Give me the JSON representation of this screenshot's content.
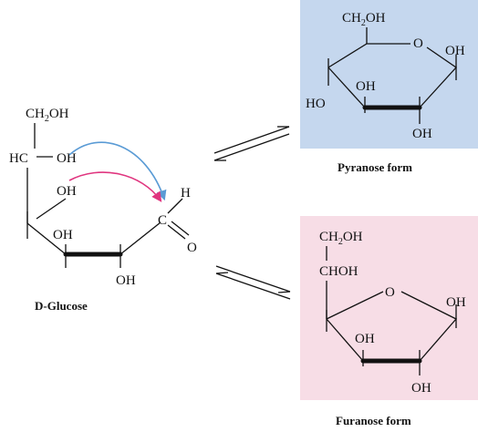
{
  "colors": {
    "pyranose_box": "#c5d7ee",
    "furanose_box": "#f7dde6",
    "arrow_blue": "#5a9bd5",
    "arrow_magenta": "#e0357f",
    "bond": "#111111"
  },
  "glucose": {
    "ch2oh": "CH",
    "ch2oh_sub": "2",
    "ch2oh_tail": "OH",
    "hc": "HC",
    "oh_hc": "OH",
    "oh_c5": "OH",
    "oh_c3": "OH",
    "oh_c2": "OH",
    "h_aldehyde": "H",
    "c_aldehyde": "C",
    "o_aldehyde": "O",
    "caption": "D-Glucose"
  },
  "pyranose": {
    "ch2oh": "CH",
    "ch2oh_sub": "2",
    "ch2oh_tail": "OH",
    "ring_o": "O",
    "oh_anomeric": "OH",
    "oh_c3": "OH",
    "ho_c4": "HO",
    "oh_c2": "OH",
    "caption": "Pyranose form"
  },
  "furanose": {
    "ch2oh": "CH",
    "ch2oh_sub": "2",
    "ch2oh_tail": "OH",
    "chohh": "CHOH",
    "ring_o": "O",
    "oh_anomeric": "OH",
    "oh_c3": "OH",
    "oh_c2": "OH",
    "caption": "Furanose form"
  },
  "icons": [
    "equilibrium-arrow-icon",
    "curved-arrow-icon"
  ]
}
